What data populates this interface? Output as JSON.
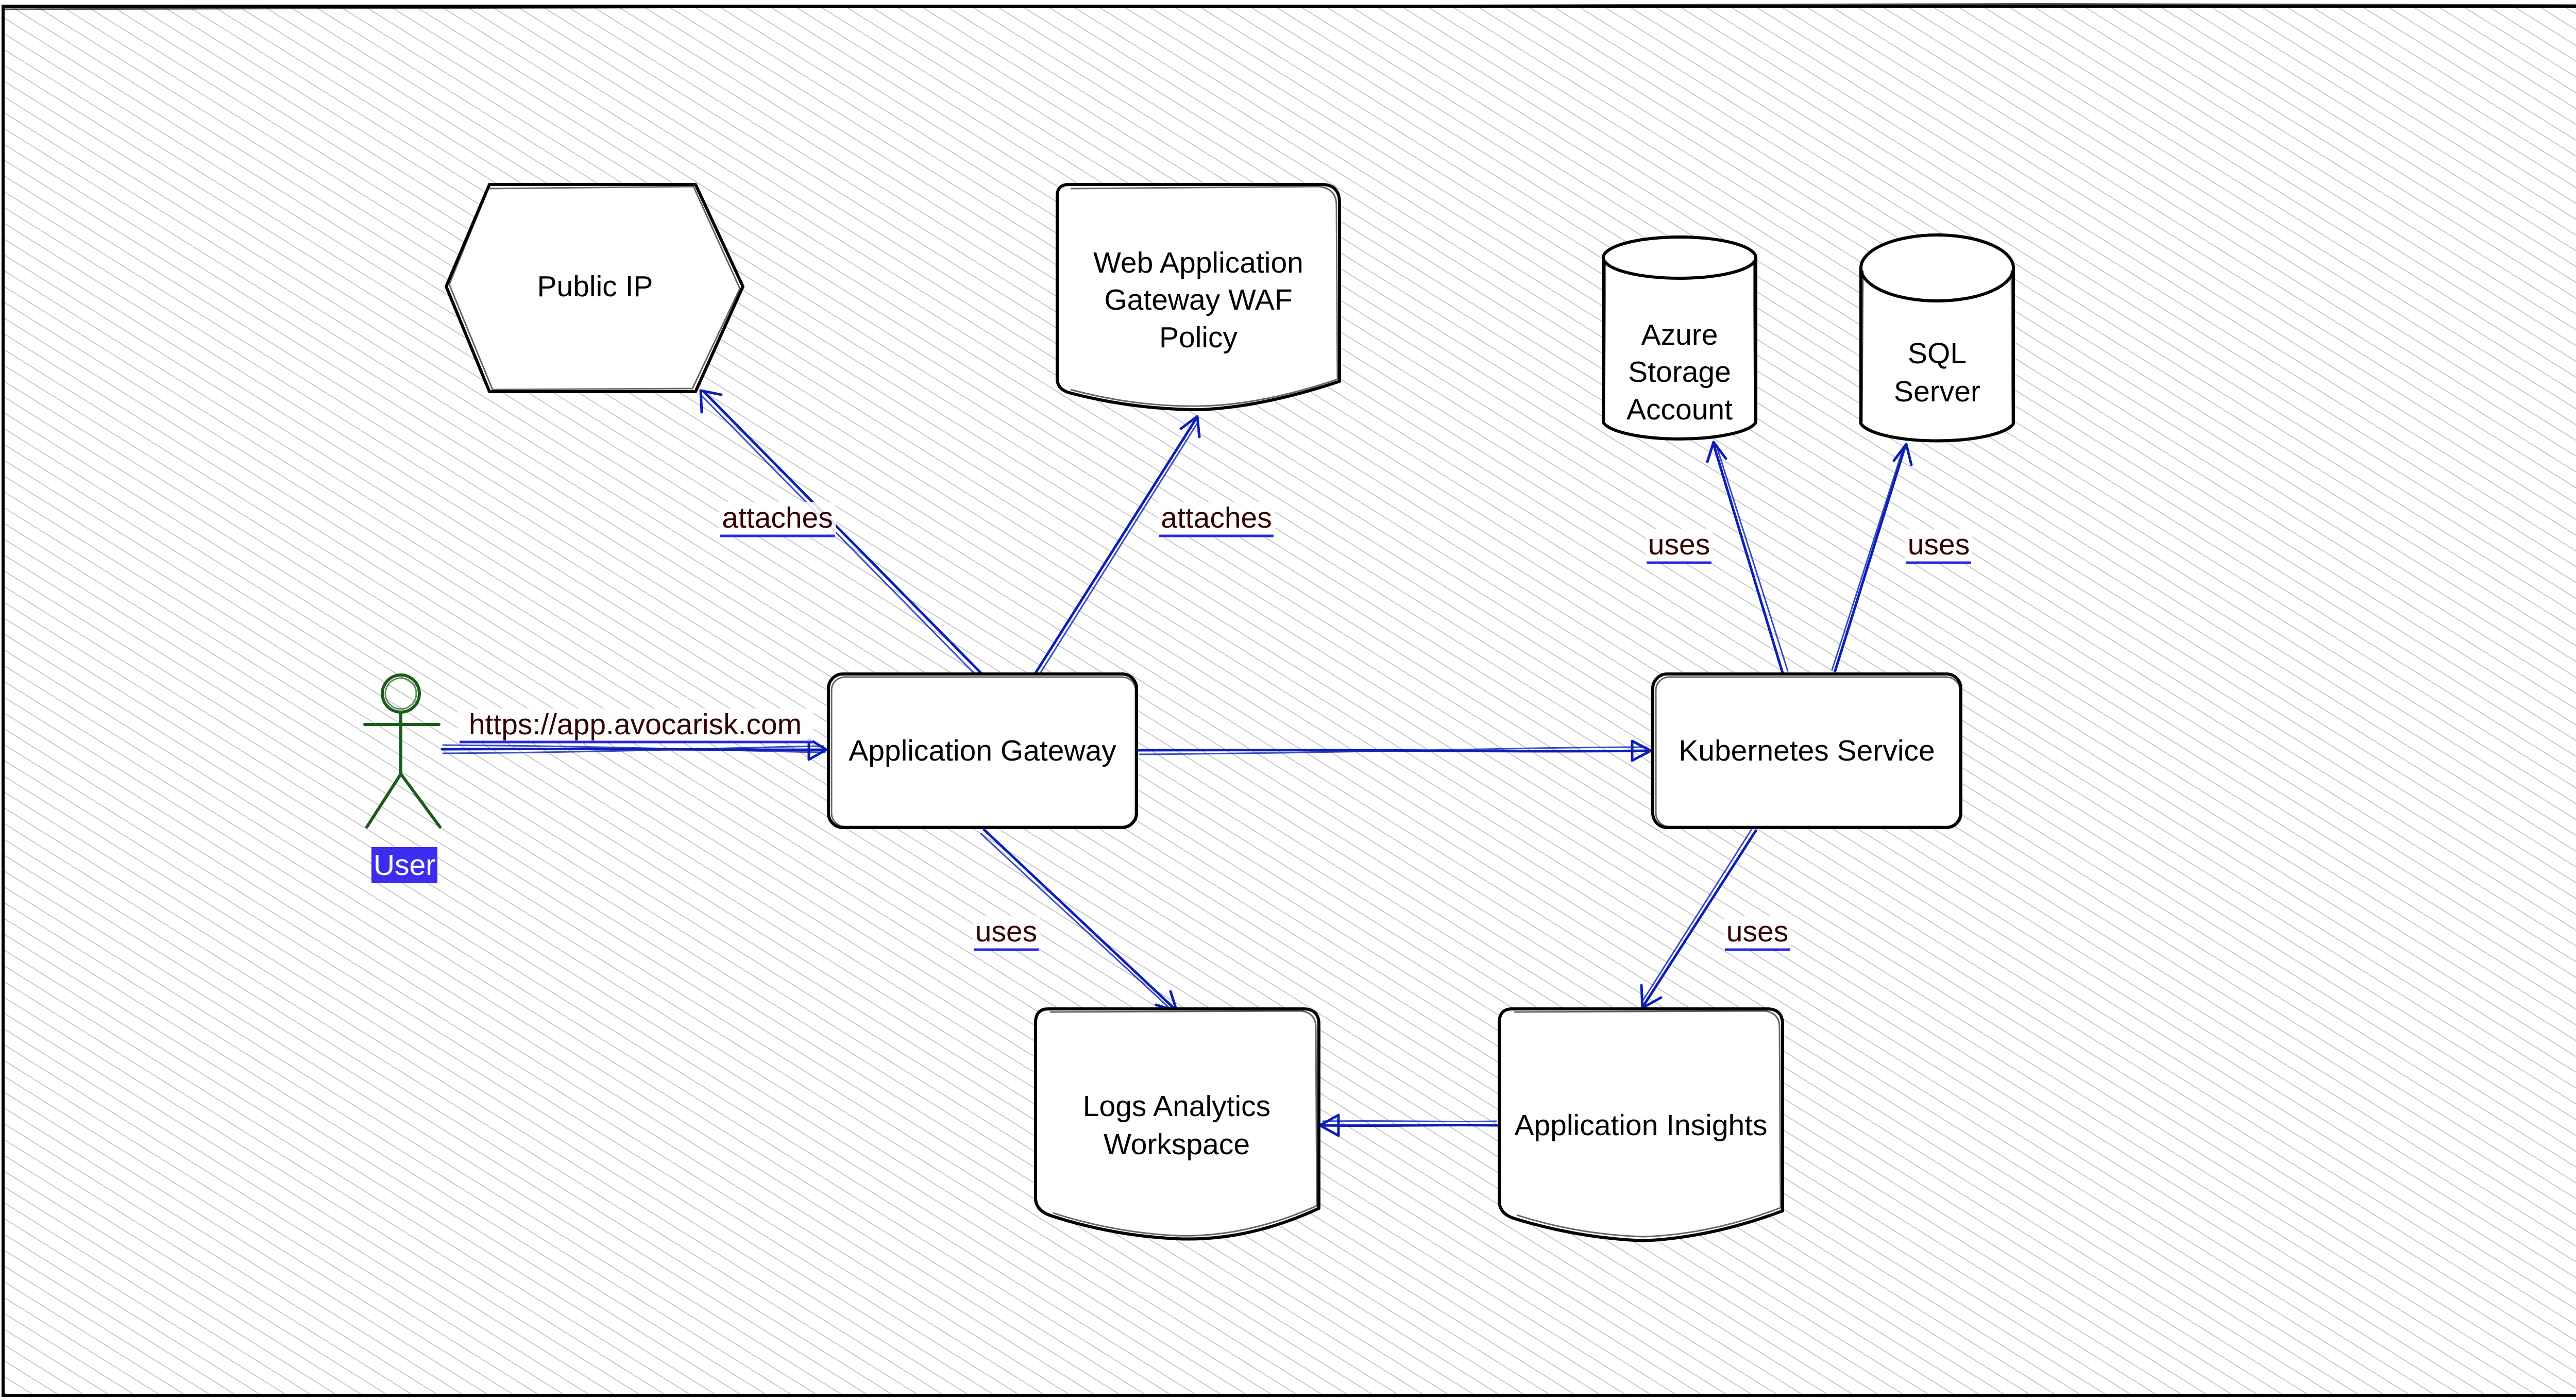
{
  "colors": {
    "edge": "#0a1fb8",
    "node_stroke": "#000000",
    "node_fill": "#ffffff",
    "actor": "#1a5c1a",
    "actor_label_bg": "#3b2cf0",
    "edge_label_text": "#330000",
    "hatch": "#b9b9b9"
  },
  "actor": {
    "label": "User",
    "icon": "stick-figure-icon"
  },
  "nodes": {
    "public_ip": {
      "label_lines": [
        "Public IP"
      ],
      "shape": "hexagon"
    },
    "waf_policy": {
      "label_lines": [
        "Web Application",
        "Gateway  WAF",
        "Policy"
      ],
      "shape": "document"
    },
    "storage": {
      "label_lines": [
        "Azure",
        "Storage",
        "Account"
      ],
      "shape": "cylinder"
    },
    "sql": {
      "label_lines": [
        "SQL",
        "Server"
      ],
      "shape": "cylinder"
    },
    "app_gateway": {
      "label_lines": [
        "Application Gateway"
      ],
      "shape": "rounded-rectangle"
    },
    "kubernetes": {
      "label_lines": [
        "Kubernetes Service"
      ],
      "shape": "rounded-rectangle"
    },
    "log_analytics": {
      "label_lines": [
        "Logs Analytics",
        "Workspace"
      ],
      "shape": "document"
    },
    "app_insights": {
      "label_lines": [
        "Application Insights"
      ],
      "shape": "document"
    }
  },
  "edges": {
    "user_to_gateway": "https://app.avocarisk.com",
    "gateway_to_public_ip": "attaches",
    "gateway_to_waf": "attaches",
    "kubernetes_to_storage": "uses",
    "kubernetes_to_sql": "uses",
    "gateway_to_log_analytics": "uses",
    "kubernetes_to_app_insights": "uses",
    "gateway_to_kubernetes": "",
    "app_insights_to_log_analytics": ""
  }
}
